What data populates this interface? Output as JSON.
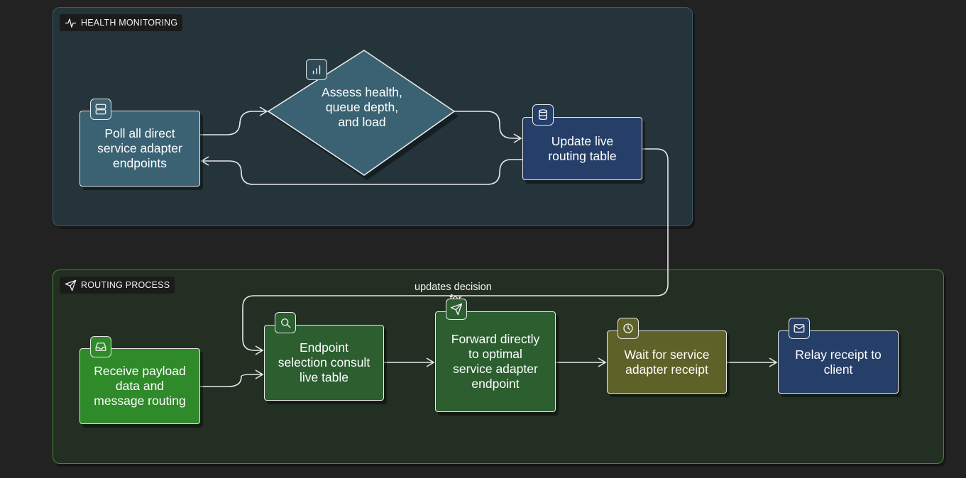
{
  "groups": {
    "health": {
      "label": "HEALTH MONITORING",
      "icon": "activity-icon"
    },
    "routing": {
      "label": "ROUTING PROCESS",
      "icon": "send-icon"
    }
  },
  "nodes": {
    "poll": {
      "text": "Poll all direct\nservice adapter\nendpoints",
      "icon": "server-icon",
      "color": "#3a6273"
    },
    "assess": {
      "text": "Assess health,\nqueue depth,\nand load",
      "icon": "bar-chart-icon",
      "color": "#3a6273"
    },
    "update": {
      "text": "Update live\nrouting table",
      "icon": "database-icon",
      "color": "#253f68"
    },
    "receive": {
      "text": "Receive payload\ndata and\nmessage routing",
      "icon": "inbox-icon",
      "color": "#2f8a2a"
    },
    "select": {
      "text": "Endpoint\nselection consult\nlive table",
      "icon": "search-icon",
      "color": "#2c5e30"
    },
    "forward": {
      "text": "Forward directly\nto optimal\nservice adapter\nendpoint",
      "icon": "send-icon",
      "color": "#2c5e30"
    },
    "wait": {
      "text": "Wait for service\nadapter receipt",
      "icon": "clock-icon",
      "color": "#5f6228"
    },
    "relay": {
      "text": "Relay receipt to\nclient",
      "icon": "mail-icon",
      "color": "#253f68"
    }
  },
  "edges": {
    "updates_decision": {
      "label": "updates decision\nfor"
    }
  }
}
